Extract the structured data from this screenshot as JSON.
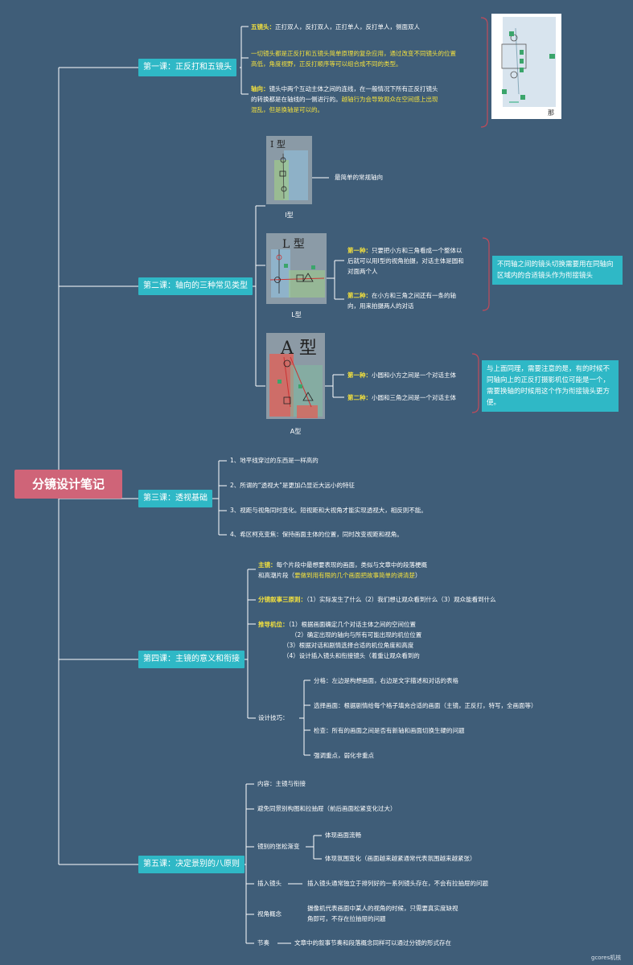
{
  "root": "分镜设计笔记",
  "lessons": {
    "l1": "第一课：正反打和五镜头",
    "l2": "第二课：轴向的三种常见类型",
    "l3": "第三课：透视基础",
    "l4": "第四课：主镜的意义和衔接",
    "l5": "第五课：决定景别的八原则"
  },
  "lesson1": {
    "five_label": "五镜头：",
    "five_text": "正打双人，反打双人，正打单人，反打单人，侧面双人",
    "note2_a": "一切镜头都是正反打和五镜头简单原理的复杂应用，通过改变不同镜头的位置",
    "note2_b": "高低，角度视野，正反打顺序等可以组合成不同的类型。",
    "axis_label": "轴向：",
    "axis_a": "镜头中两个互动主体之间的连线，在一般情况下所有正反打镜头",
    "axis_b": "的转换都是在轴线的一侧进行的。",
    "axis_hl_b": "越轴行为会导致观众在空间感上出现",
    "axis_hl_c": "混乱，但是换轴是可以的。",
    "image_label": "那"
  },
  "lesson2": {
    "i_label": "I型",
    "i_sketch_title": "I 型",
    "i_text": "最简单的常规轴向",
    "l_label": "L型",
    "l_sketch_title": "L 型",
    "l1_label": "第一种：",
    "l1_a": "只要把小方和三角看成一个整体以",
    "l1_b": "后就可以用I型的视角拍摄，对话主体是圆和",
    "l1_c": "对面两个人",
    "l2_label": "第二种：",
    "l2_a": "在小方和三角之间还有一条的轴",
    "l2_b": "向，用来拍摄两人的对话",
    "l_callout": "不同轴之间的镜头切换需要用在同轴向区域内的合适镜头作为衔接镜头",
    "a_label": "A型",
    "a_sketch_title": "A 型",
    "a1_label": "第一种：",
    "a1_text": "小圆和小方之间是一个对话主体",
    "a2_label": "第二种：",
    "a2_text": "小圆和三角之间是一个对话主体",
    "a_callout": "与上面同理，需要注意的是，有的时候不同轴向上的正反打摄影机位可能是一个，需要换轴的时候用这个作为衔接镜头更方便。"
  },
  "lesson3": {
    "items": [
      "1、地平线穿过的东西是一样高的",
      "2、所谓的“透视大”是更加凸显近大远小的特征",
      "3、视距与视角同时变化。短视距和大视角才能实现透视大，相反则不能。",
      "4、希区柯克变焦：保持画面主体的位置，同时改变视距和视角。"
    ]
  },
  "lesson4": {
    "main_label": "主镜：",
    "main_a": "每个片段中最想要表现的画面，类似与文章中的段落梗概",
    "main_b": "和高潮片段（",
    "main_b_hl": "要做到用有限的几个画面把故事简单的讲清楚",
    "main_b_end": "）",
    "three_label": "分镜叙事三原则：",
    "three_text": "（1）实际发生了什么（2）我们想让观众看到什么（3）观众能看到什么",
    "cam_label": "推导机位：",
    "cam_1": "（1）根据画面确定几个对话主体之间的空间位置",
    "cam_2": "（2）确定出现的轴向与所有可能出现的机位位置",
    "cam_3": "（3）根据对话和剧情选择合适的机位角度和高度",
    "cam_4": "（4）设计插入镜头和衔接镜头（着重让观众看到的",
    "tech_label": "设计技巧：",
    "tech": [
      "分格：左边是构想画面，右边是文字描述和对话的表格",
      "选择画面：根据剧情给每个格子填充合适的画面（主镜，正反打，特写，全画面等）",
      "检查：所有的画面之间是否有新轴和画面切换生硬的问题",
      "强调重点，弱化非重点"
    ]
  },
  "lesson5": {
    "content": "内容：主镜与衔接",
    "avoid": "避免同景别构图和拉抽屉（前后画面松紧变化过大）",
    "rhythm_label": "镜别的张松渐变",
    "rhythm_1": "体现画面流畅",
    "rhythm_2": "体现氛围变化（画面越来越紧通常代表氛围越来越紧张）",
    "insert_label": "插入镜头",
    "insert_text": "插入镜头通常独立于排列好的一系列镜头存在，不会有拉抽屉的问题",
    "view_label": "视角概念",
    "view_a": "摄像机代表画面中某人的视角的时候，只需要真实度缺视",
    "view_b": "角即可，不存在拉抽屉的问题",
    "pace_label": "节奏",
    "pace_text": "文章中的叙事节奏和段落概念同样可以通过分镜的形式存在"
  },
  "watermark": "gcores机核",
  "colors": {
    "background": "#3f5d78",
    "root": "#cf6478",
    "node": "#2fb8c6",
    "highlight": "#f4e13d",
    "bracket": "#c24a5a"
  }
}
